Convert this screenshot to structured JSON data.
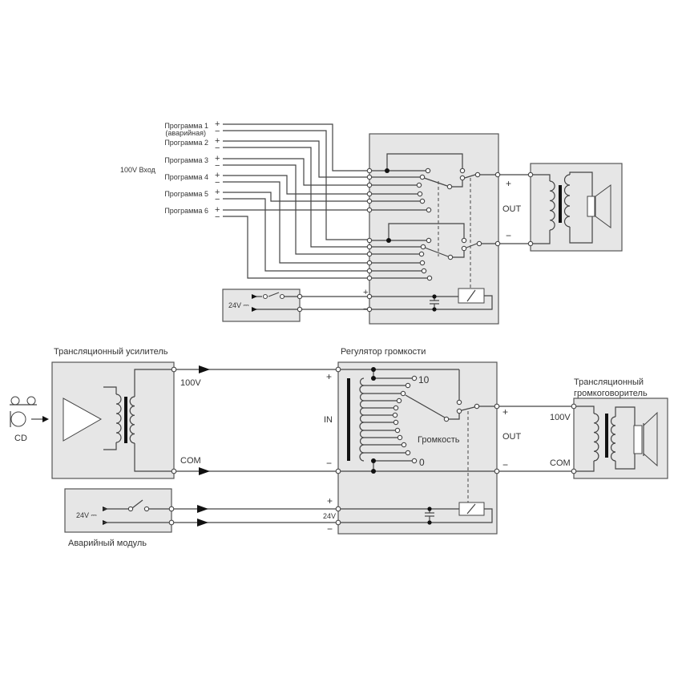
{
  "top": {
    "input_label": "100V Вход",
    "programs": [
      {
        "label": "Программа  1",
        "sub": "(аварийная)"
      },
      {
        "label": "Программа  2"
      },
      {
        "label": "Программа  3"
      },
      {
        "label": "Программа  4"
      },
      {
        "label": "Программа  5"
      },
      {
        "label": "Программа  6"
      }
    ],
    "plus": "+",
    "minus": "−",
    "supply_label": "24V ⎓",
    "out_label": "OUT"
  },
  "bottom": {
    "amplifier_title": "Трансляционный усилитель",
    "cd_label": "CD",
    "out_100v": "100V",
    "out_com": "COM",
    "regulator_title": "Регулятор громкости",
    "in_label": "IN",
    "volume_label": "Громкость",
    "volume_max": "10",
    "volume_min": "0",
    "supply_24v": "24V",
    "out_label": "OUT",
    "speaker_title_1": "Трансляционный",
    "speaker_title_2": "громкоговоритель",
    "speaker_100v": "100V",
    "speaker_com": "COM",
    "emergency_title": "Аварийный модуль",
    "emergency_supply": "24V ⎓",
    "plus": "+",
    "minus": "−"
  }
}
